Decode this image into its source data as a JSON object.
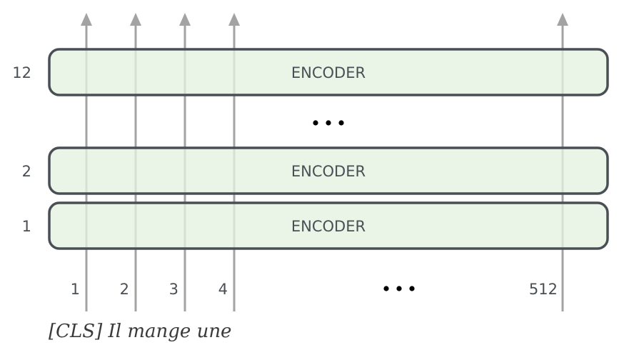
{
  "encoder_stack": {
    "layers": [
      {
        "layer_number": "12",
        "label": "ENCODER"
      },
      {
        "layer_number": "2",
        "label": "ENCODER"
      },
      {
        "layer_number": "1",
        "label": "ENCODER"
      }
    ]
  },
  "positions": [
    "1",
    "2",
    "3",
    "4",
    "512"
  ],
  "input_text": "[CLS] Il mange une"
}
